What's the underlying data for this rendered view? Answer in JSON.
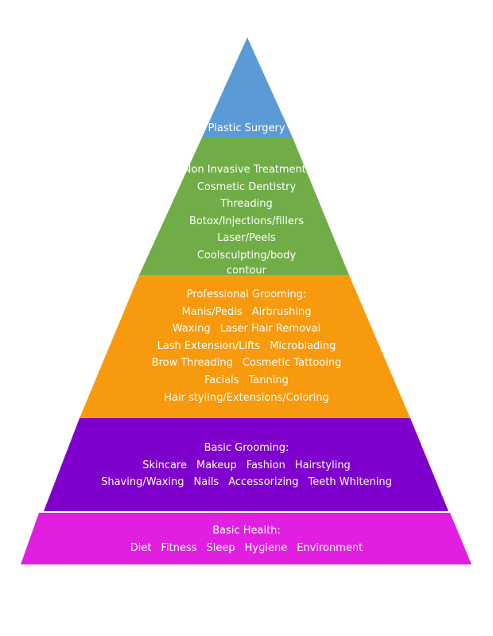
{
  "tiers": [
    {
      "id": "plastic-surgery",
      "color": "#5B9BD5",
      "lines": [
        "Plastic Surgery"
      ]
    },
    {
      "id": "non-invasive",
      "color": "#70AD47",
      "lines": [
        "Non Invasive Treatment:",
        "Cosmetic Dentistry",
        "Threading",
        "Botox/Injections/fillers",
        "Laser/Peels",
        "Coolsculpting/body",
        "contour"
      ]
    },
    {
      "id": "professional-grooming",
      "color": "#F79A0E",
      "heading": "Professional Grooming:",
      "rows": [
        [
          "Manis/Pedis",
          "Airbrushing"
        ],
        [
          "Waxing",
          "Laser Hair Removal"
        ],
        [
          "Lash Extension/Lifts",
          "Microblading"
        ],
        [
          "Brow Threading",
          "Cosmetic Tattooing"
        ],
        [
          "Facials",
          "Tanning"
        ],
        [
          "Hair styling/Extensions/Coloring"
        ]
      ]
    },
    {
      "id": "basic-grooming",
      "color": "#7F00CC",
      "heading": "Basic Grooming:",
      "rows": [
        [
          "Skincare",
          "Makeup",
          "Fashion",
          "Hairstyling"
        ],
        [
          "Shaving/Waxing",
          "Nails",
          "Accessorizing",
          "Teeth Whitening"
        ]
      ]
    },
    {
      "id": "basic-health",
      "color": "#E11FE1",
      "heading": "Basic Health:",
      "rows": [
        [
          "Diet",
          "Fitness",
          "Sleep",
          "Hygiene",
          "Environment"
        ]
      ]
    }
  ]
}
